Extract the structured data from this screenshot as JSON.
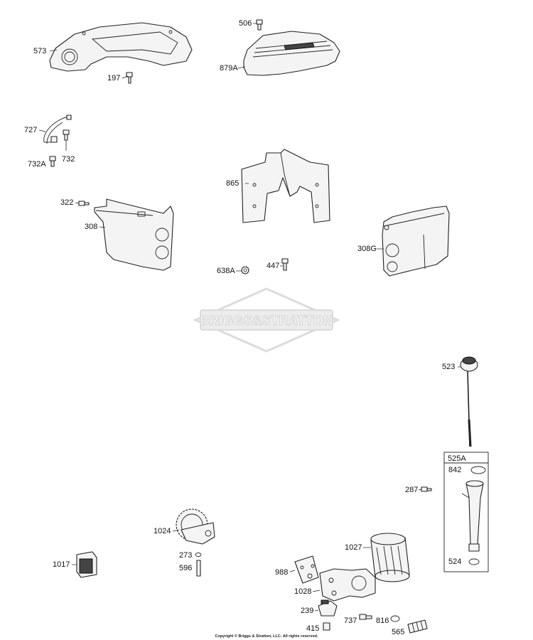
{
  "watermark": {
    "brand": "BRIGGS&STRATTON"
  },
  "kit_box_label": "525A",
  "callouts": [
    {
      "id": "573",
      "text": "573"
    },
    {
      "id": "197",
      "text": "197"
    },
    {
      "id": "506",
      "text": "506"
    },
    {
      "id": "879A",
      "text": "879A"
    },
    {
      "id": "727",
      "text": "727"
    },
    {
      "id": "732A",
      "text": "732A"
    },
    {
      "id": "732",
      "text": "732"
    },
    {
      "id": "865",
      "text": "865"
    },
    {
      "id": "322",
      "text": "322"
    },
    {
      "id": "308",
      "text": "308"
    },
    {
      "id": "308G",
      "text": "308G"
    },
    {
      "id": "638A",
      "text": "638A"
    },
    {
      "id": "447",
      "text": "447"
    },
    {
      "id": "523",
      "text": "523"
    },
    {
      "id": "842",
      "text": "842"
    },
    {
      "id": "524",
      "text": "524"
    },
    {
      "id": "287",
      "text": "287"
    },
    {
      "id": "1024",
      "text": "1024"
    },
    {
      "id": "273",
      "text": "273"
    },
    {
      "id": "596",
      "text": "596"
    },
    {
      "id": "1017",
      "text": "1017"
    },
    {
      "id": "1027",
      "text": "1027"
    },
    {
      "id": "988",
      "text": "988"
    },
    {
      "id": "1028",
      "text": "1028"
    },
    {
      "id": "239",
      "text": "239"
    },
    {
      "id": "737",
      "text": "737"
    },
    {
      "id": "816",
      "text": "816"
    },
    {
      "id": "415",
      "text": "415"
    },
    {
      "id": "565",
      "text": "565"
    }
  ],
  "copyright": "Copyright © Briggs & Stratton, LLC. All rights reserved."
}
